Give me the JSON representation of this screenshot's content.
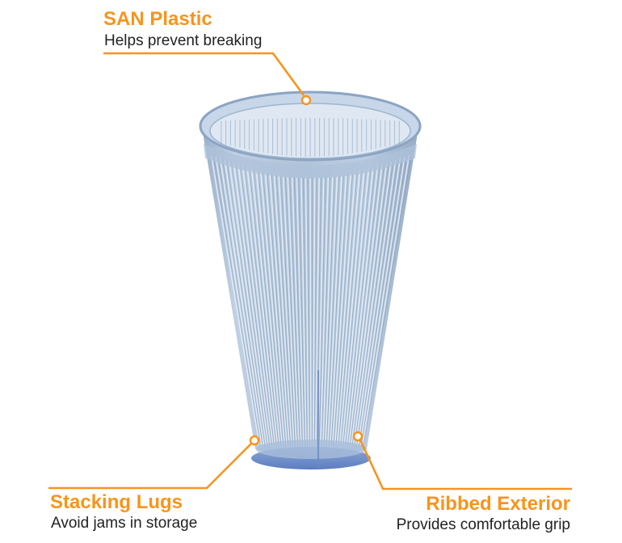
{
  "accent_color": "#F7941D",
  "glass_color": "#9DB3CC",
  "callouts": [
    {
      "title": "SAN Plastic",
      "subtitle": "Helps prevent breaking"
    },
    {
      "title": "Stacking Lugs",
      "subtitle": "Avoid jams in storage"
    },
    {
      "title": "Ribbed Exterior",
      "subtitle": "Provides comfortable grip"
    }
  ]
}
